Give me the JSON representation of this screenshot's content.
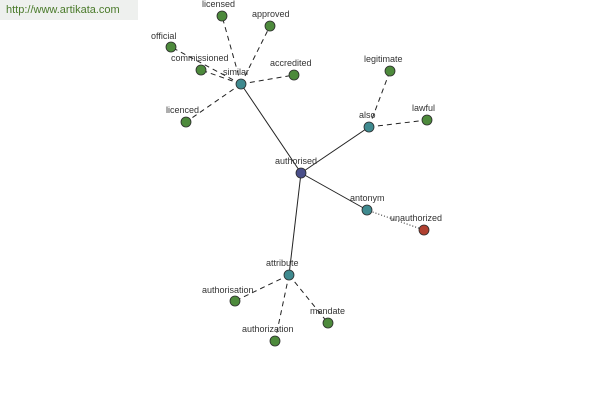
{
  "watermark": {
    "url": "http://www.artikata.com"
  },
  "colors": {
    "center": "#4a4f8a",
    "relation": "#3f8a8f",
    "leaf": "#4d8a3c",
    "antonym_leaf": "#b04030",
    "edge": "#222222"
  },
  "graph": {
    "center": {
      "id": "authorised",
      "label": "authorised"
    },
    "relations": [
      {
        "id": "similar",
        "label": "similar",
        "leaves": [
          {
            "label": "licensed"
          },
          {
            "label": "approved"
          },
          {
            "label": "official"
          },
          {
            "label": "commissioned"
          },
          {
            "label": "accredited"
          },
          {
            "label": "licenced"
          }
        ]
      },
      {
        "id": "also",
        "label": "also",
        "leaves": [
          {
            "label": "legitimate"
          },
          {
            "label": "lawful"
          }
        ]
      },
      {
        "id": "antonym",
        "label": "antonym",
        "leaves": [
          {
            "label": "unauthorized",
            "type": "antonym"
          }
        ]
      },
      {
        "id": "attribute",
        "label": "attribute",
        "leaves": [
          {
            "label": "authorisation"
          },
          {
            "label": "authorization"
          },
          {
            "label": "mandate"
          }
        ]
      }
    ]
  }
}
